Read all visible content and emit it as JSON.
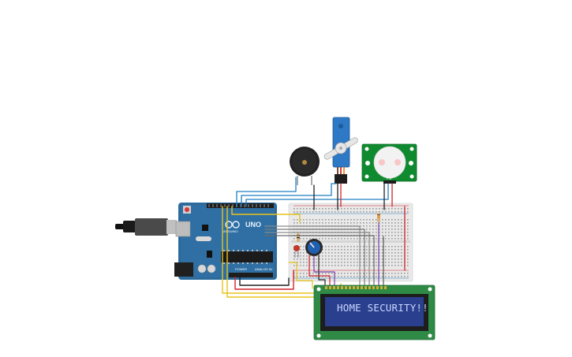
{
  "lcd": {
    "message": "HOME SECURITY!!"
  },
  "arduino": {
    "board_label": "UNO",
    "brand_label": "ARDUINO",
    "power_label": "POWER",
    "analog_label": "ANALOG IN"
  },
  "pir": {
    "sensor_label": "PIR"
  },
  "colors": {
    "arduino_blue": "#2f6fa3",
    "breadboard": "#e9e9e9",
    "lcd_pcb": "#2f8a45",
    "lcd_screen": "#2a3f8e",
    "servo_body": "#2d79c6",
    "pir_pcb": "#0f8a2f",
    "wire_yellow": "#e8c31a",
    "wire_red": "#d3242b",
    "wire_black": "#222222",
    "wire_blue": "#1e7fc2"
  },
  "icons": [
    "usb-plug-icon",
    "buzzer-icon",
    "servo-icon",
    "pir-sensor-icon",
    "potentiometer-icon",
    "led-icon",
    "resistor-icon"
  ]
}
